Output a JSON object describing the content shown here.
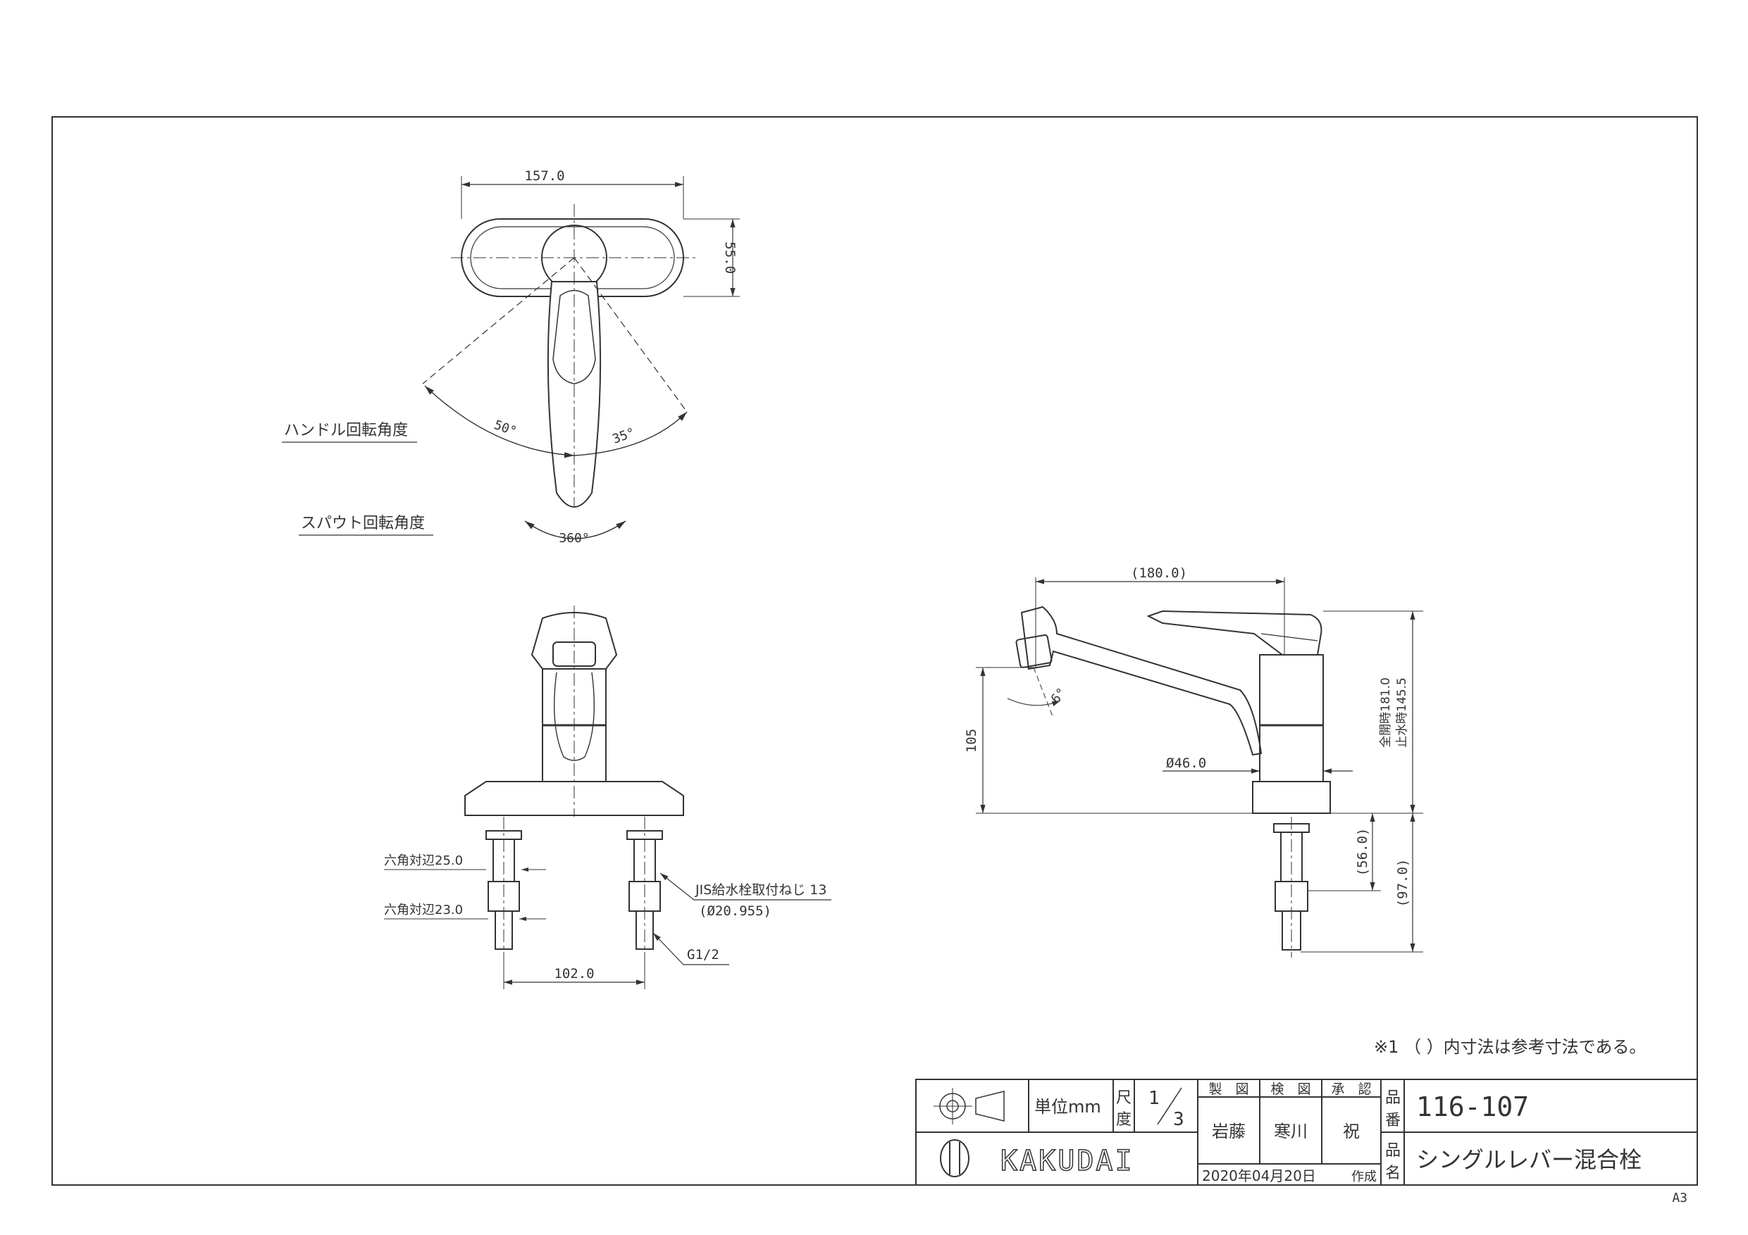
{
  "labels": {
    "handle_rotation": "ハンドル回転角度",
    "spout_rotation": "スパウト回転角度",
    "angle_left": "50°",
    "angle_right": "35°",
    "angle_spout": "360°",
    "angle_outlet": "6°"
  },
  "dimensions": {
    "top_width": "157.0",
    "top_depth": "55.0",
    "front_pitch": "102.0",
    "hex_upper": "六角対辺25.0",
    "hex_lower": "六角対辺23.0",
    "jis_thread_line1": "JIS給水栓取付ねじ 13",
    "jis_thread_line2": "(Ø20.955)",
    "pipe_thread": "G1/2",
    "spout_reach": "(180.0)",
    "outlet_height": "105",
    "body_dia": "Ø46.0",
    "height_open": "全開時181.0",
    "height_closed": "止水時145.5",
    "below_deck_1": "(56.0)",
    "below_deck_2": "(97.0)"
  },
  "note": "※1 （ ）内寸法は参考寸法である。",
  "title_block": {
    "unit_label": "単位mm",
    "scale_label_1": "尺",
    "scale_label_2": "度",
    "scale_num": "1",
    "scale_den": "3",
    "made_label": "製　図",
    "check_label": "検　図",
    "approve_label": "承　認",
    "made_by": "岩藤",
    "checked_by": "寒川",
    "approved_by": "祝",
    "part_no_label_1": "品",
    "part_no_label_2": "番",
    "part_no": "116-107",
    "part_name_label_1": "品",
    "part_name_label_2": "名",
    "part_name": "シングルレバー混合栓",
    "company": "KAKUDAI",
    "date": "2020年04月20日",
    "created_label": "作成",
    "sheet_size": "A3"
  }
}
